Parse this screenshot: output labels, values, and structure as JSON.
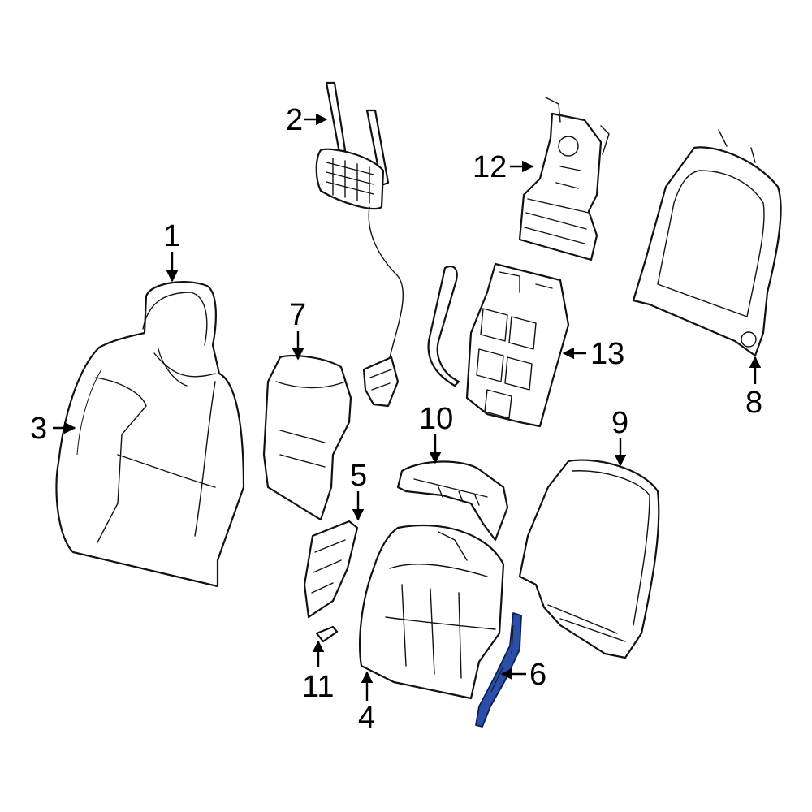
{
  "diagram": {
    "highlight_color": "#2b4fa8",
    "callouts": [
      {
        "key": "c1",
        "text": "1"
      },
      {
        "key": "c2",
        "text": "2"
      },
      {
        "key": "c3",
        "text": "3"
      },
      {
        "key": "c4",
        "text": "4"
      },
      {
        "key": "c5",
        "text": "5"
      },
      {
        "key": "c6",
        "text": "6"
      },
      {
        "key": "c7",
        "text": "7"
      },
      {
        "key": "c8",
        "text": "8"
      },
      {
        "key": "c9",
        "text": "9"
      },
      {
        "key": "c10",
        "text": "10"
      },
      {
        "key": "c11",
        "text": "11"
      },
      {
        "key": "c12",
        "text": "12"
      },
      {
        "key": "c13",
        "text": "13"
      }
    ],
    "highlighted_part": "6"
  }
}
